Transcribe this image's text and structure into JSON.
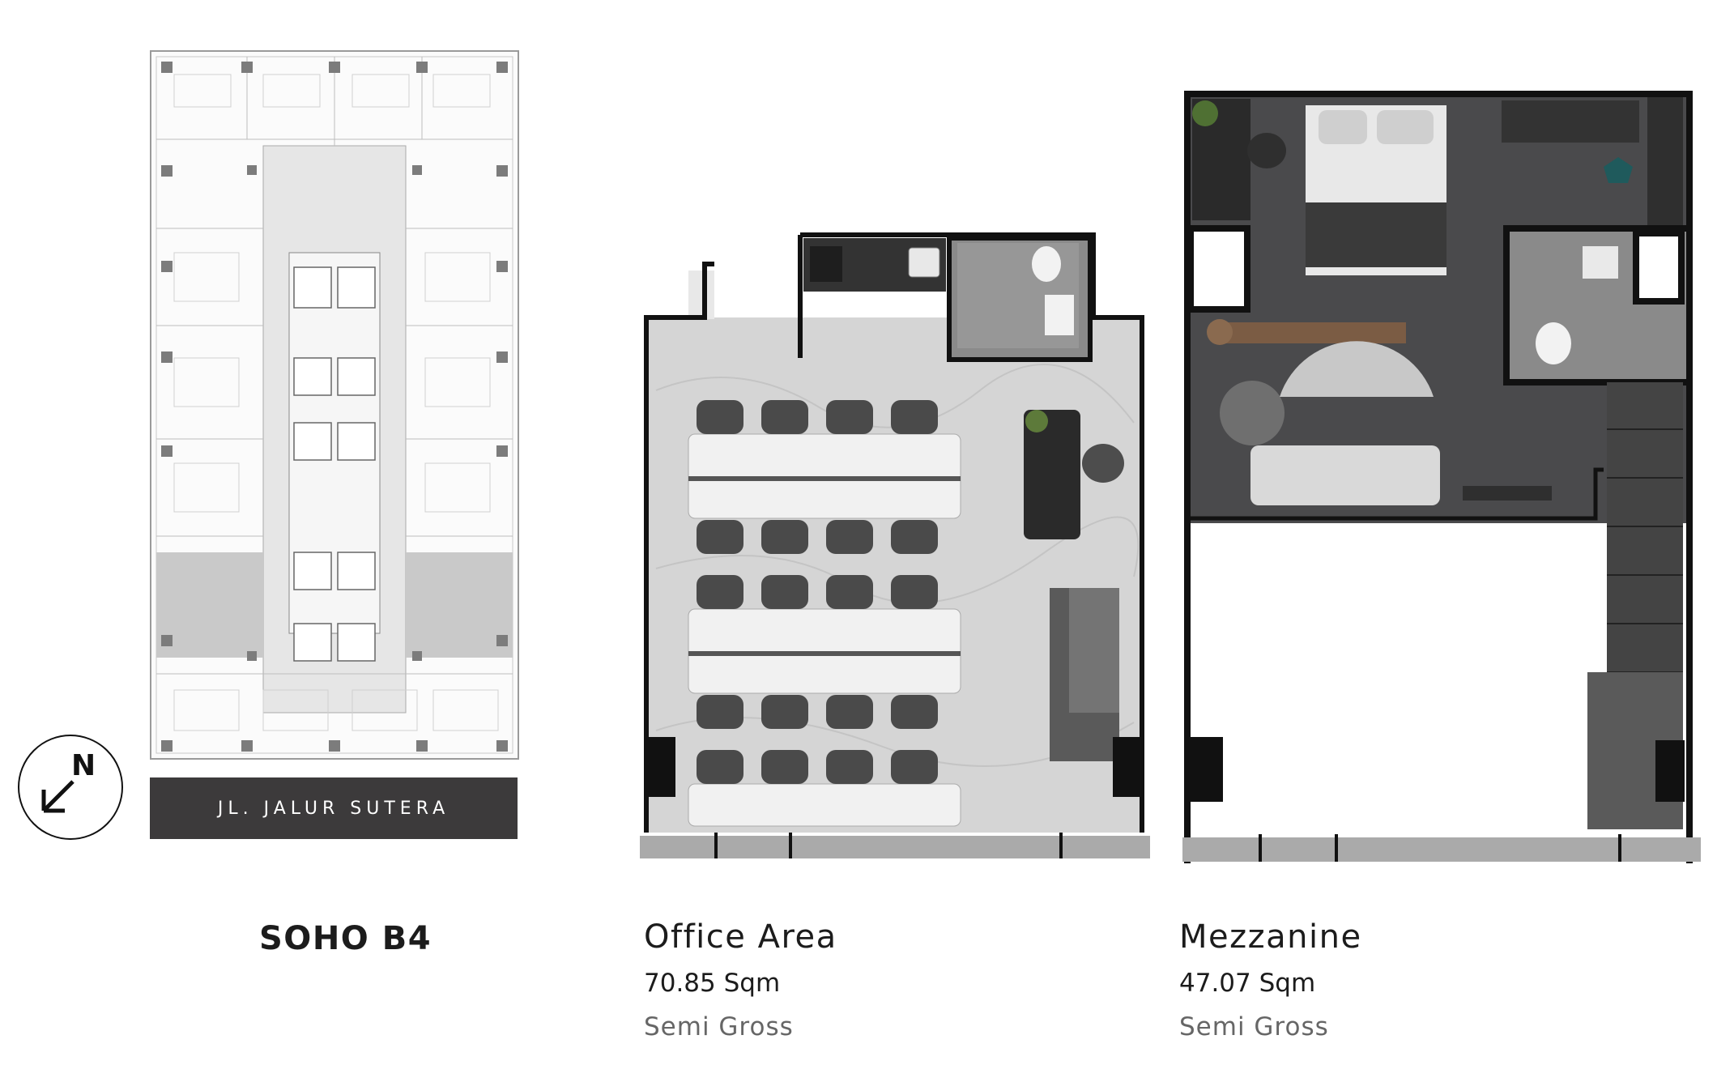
{
  "street_label": "JL. JALUR SUTERA",
  "compass": {
    "letter": "N",
    "icon": "north-arrow-icon"
  },
  "sections": [
    {
      "title": "SOHO B4",
      "area": "",
      "basis": ""
    },
    {
      "title": "Office Area",
      "area": "70.85 Sqm",
      "basis": "Semi Gross"
    },
    {
      "title": "Mezzanine",
      "area": "47.07 Sqm",
      "basis": "Semi Gross"
    }
  ],
  "colors": {
    "street_bar": "#3c3a3b",
    "office_floor": "#d4d4d4",
    "mezzanine_floor": "#4a4a4c",
    "wall": "#111111"
  }
}
